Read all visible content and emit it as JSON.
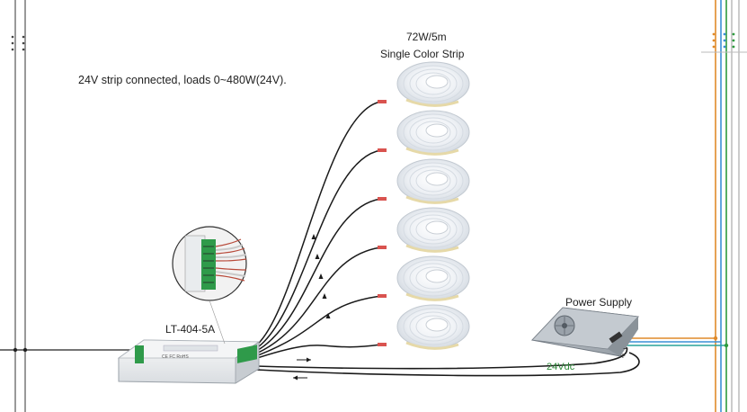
{
  "labels": {
    "note": "24V strip connected, loads 0~480W(24V).",
    "strip_watt": "72W/5m",
    "strip_title": "Single Color Strip",
    "controller_model": "LT-404-5A",
    "power_supply": "Power Supply",
    "voltage": "24Vdc",
    "polarity_pos": "+",
    "polarity_neg": "−",
    "controller_marks": "CE FC RoHS"
  },
  "strips": {
    "count": 6
  },
  "colors": {
    "wire": "#1a1a1a",
    "led_reel": "#e8ecf1",
    "wire_green": "#2e9b3e",
    "wire_orange": "#e08a2a",
    "wire_blue": "#3a8fd6",
    "wire_teal": "#2aa39a",
    "voltage_text": "#2e8b3a"
  }
}
